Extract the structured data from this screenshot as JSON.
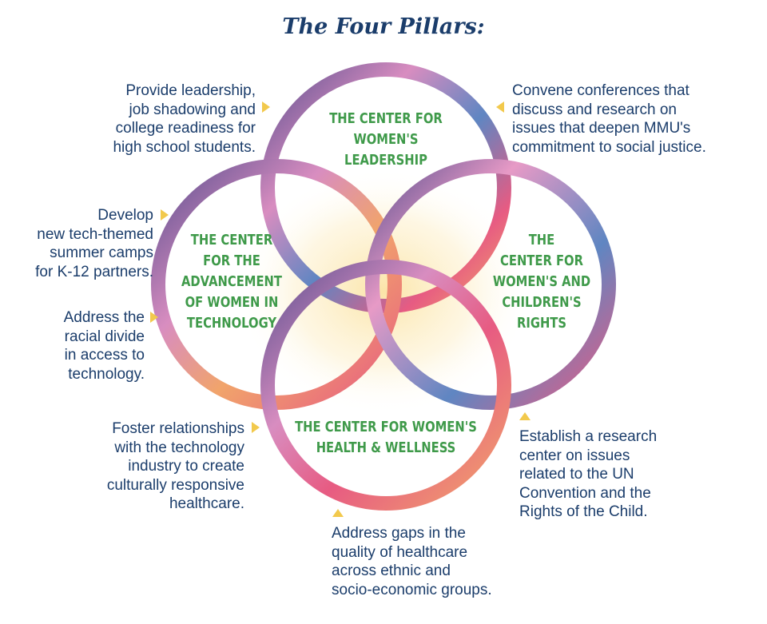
{
  "title": "The Four Pillars:",
  "colors": {
    "title": "#1b3d6b",
    "text": "#1b3d6b",
    "center_label": "#3f9a4a",
    "arrow": "#f2c94c",
    "ring_purple": "#5a4f8f",
    "ring_pink": "#e75b82",
    "ring_orange": "#f1a46b",
    "ring_blue": "#5f86c2",
    "glow": "#fbe3a3"
  },
  "centers": {
    "leadership": "THE CENTER FOR\nWOMEN'S LEADERSHIP",
    "technology": "THE CENTER\nFOR THE\nADVANCEMENT\nOF WOMEN IN\nTECHNOLOGY",
    "children": "THE\nCENTER FOR\nWOMEN'S AND\nCHILDREN'S\nRIGHTS",
    "health": "THE CENTER FOR WOMEN'S\nHEALTH & WELLNESS"
  },
  "notes": {
    "leadership_left": "Provide leadership,\njob shadowing and\ncollege readiness for\nhigh school students.",
    "leadership_right": "Convene conferences that\ndiscuss and research on\nissues that deepen MMU's\ncommitment to social justice.",
    "tech_camps": "Develop\nnew tech-themed\nsummer camps\nfor K-12 partners.",
    "tech_divide": "Address the\nracial divide\nin access to\ntechnology.",
    "health_industry": "Foster relationships\nwith the technology\nindustry to create\nculturally responsive\nhealthcare.",
    "health_gaps": "Address gaps in the\nquality of healthcare\nacross ethnic and\nsocio-economic groups.",
    "children_research": "Establish a research\ncenter on issues\nrelated to the UN\nConvention and the\nRights of the Child."
  }
}
